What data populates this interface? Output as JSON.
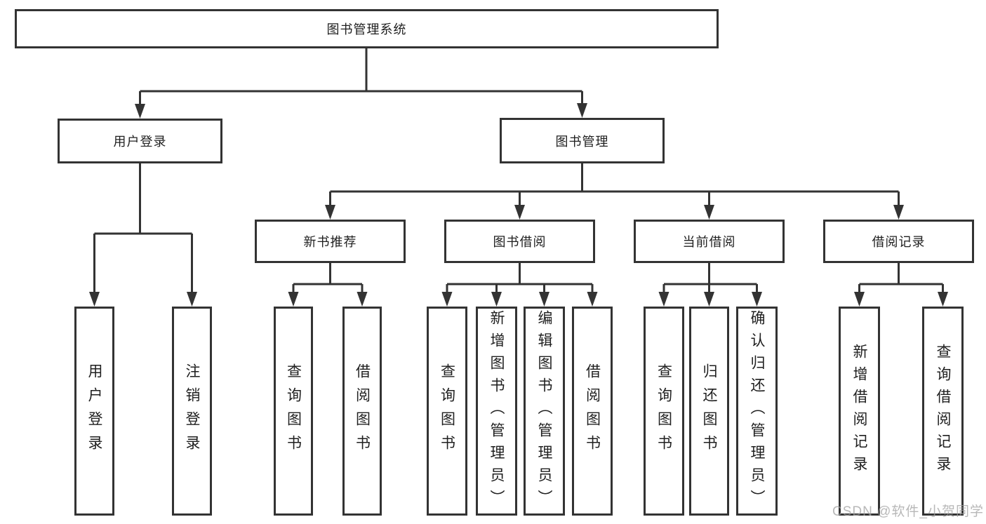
{
  "diagram": {
    "tree": {
      "label": "图书管理系统",
      "children": [
        {
          "label": "用户登录",
          "children": [
            {
              "label": "用户登录"
            },
            {
              "label": "注销登录"
            }
          ]
        },
        {
          "label": "图书管理",
          "children": [
            {
              "label": "新书推荐",
              "children": [
                {
                  "label": "查询图书"
                },
                {
                  "label": "借阅图书"
                }
              ]
            },
            {
              "label": "图书借阅",
              "children": [
                {
                  "label": "查询图书"
                },
                {
                  "label": "新增图书（管理员）"
                },
                {
                  "label": "编辑图书（管理员）"
                },
                {
                  "label": "借阅图书"
                }
              ]
            },
            {
              "label": "当前借阅",
              "children": [
                {
                  "label": "查询图书"
                },
                {
                  "label": "归还图书"
                },
                {
                  "label": "确认归还（管理员）"
                }
              ]
            },
            {
              "label": "借阅记录",
              "children": [
                {
                  "label": "新增借阅记录"
                },
                {
                  "label": "查询借阅记录"
                }
              ]
            }
          ]
        }
      ]
    },
    "colors": {
      "line": "#333333",
      "text": "#1f1f1f",
      "watermark": "#a0a0a0"
    }
  },
  "watermark": {
    "text": "CSDN @软件_小贺同学"
  }
}
